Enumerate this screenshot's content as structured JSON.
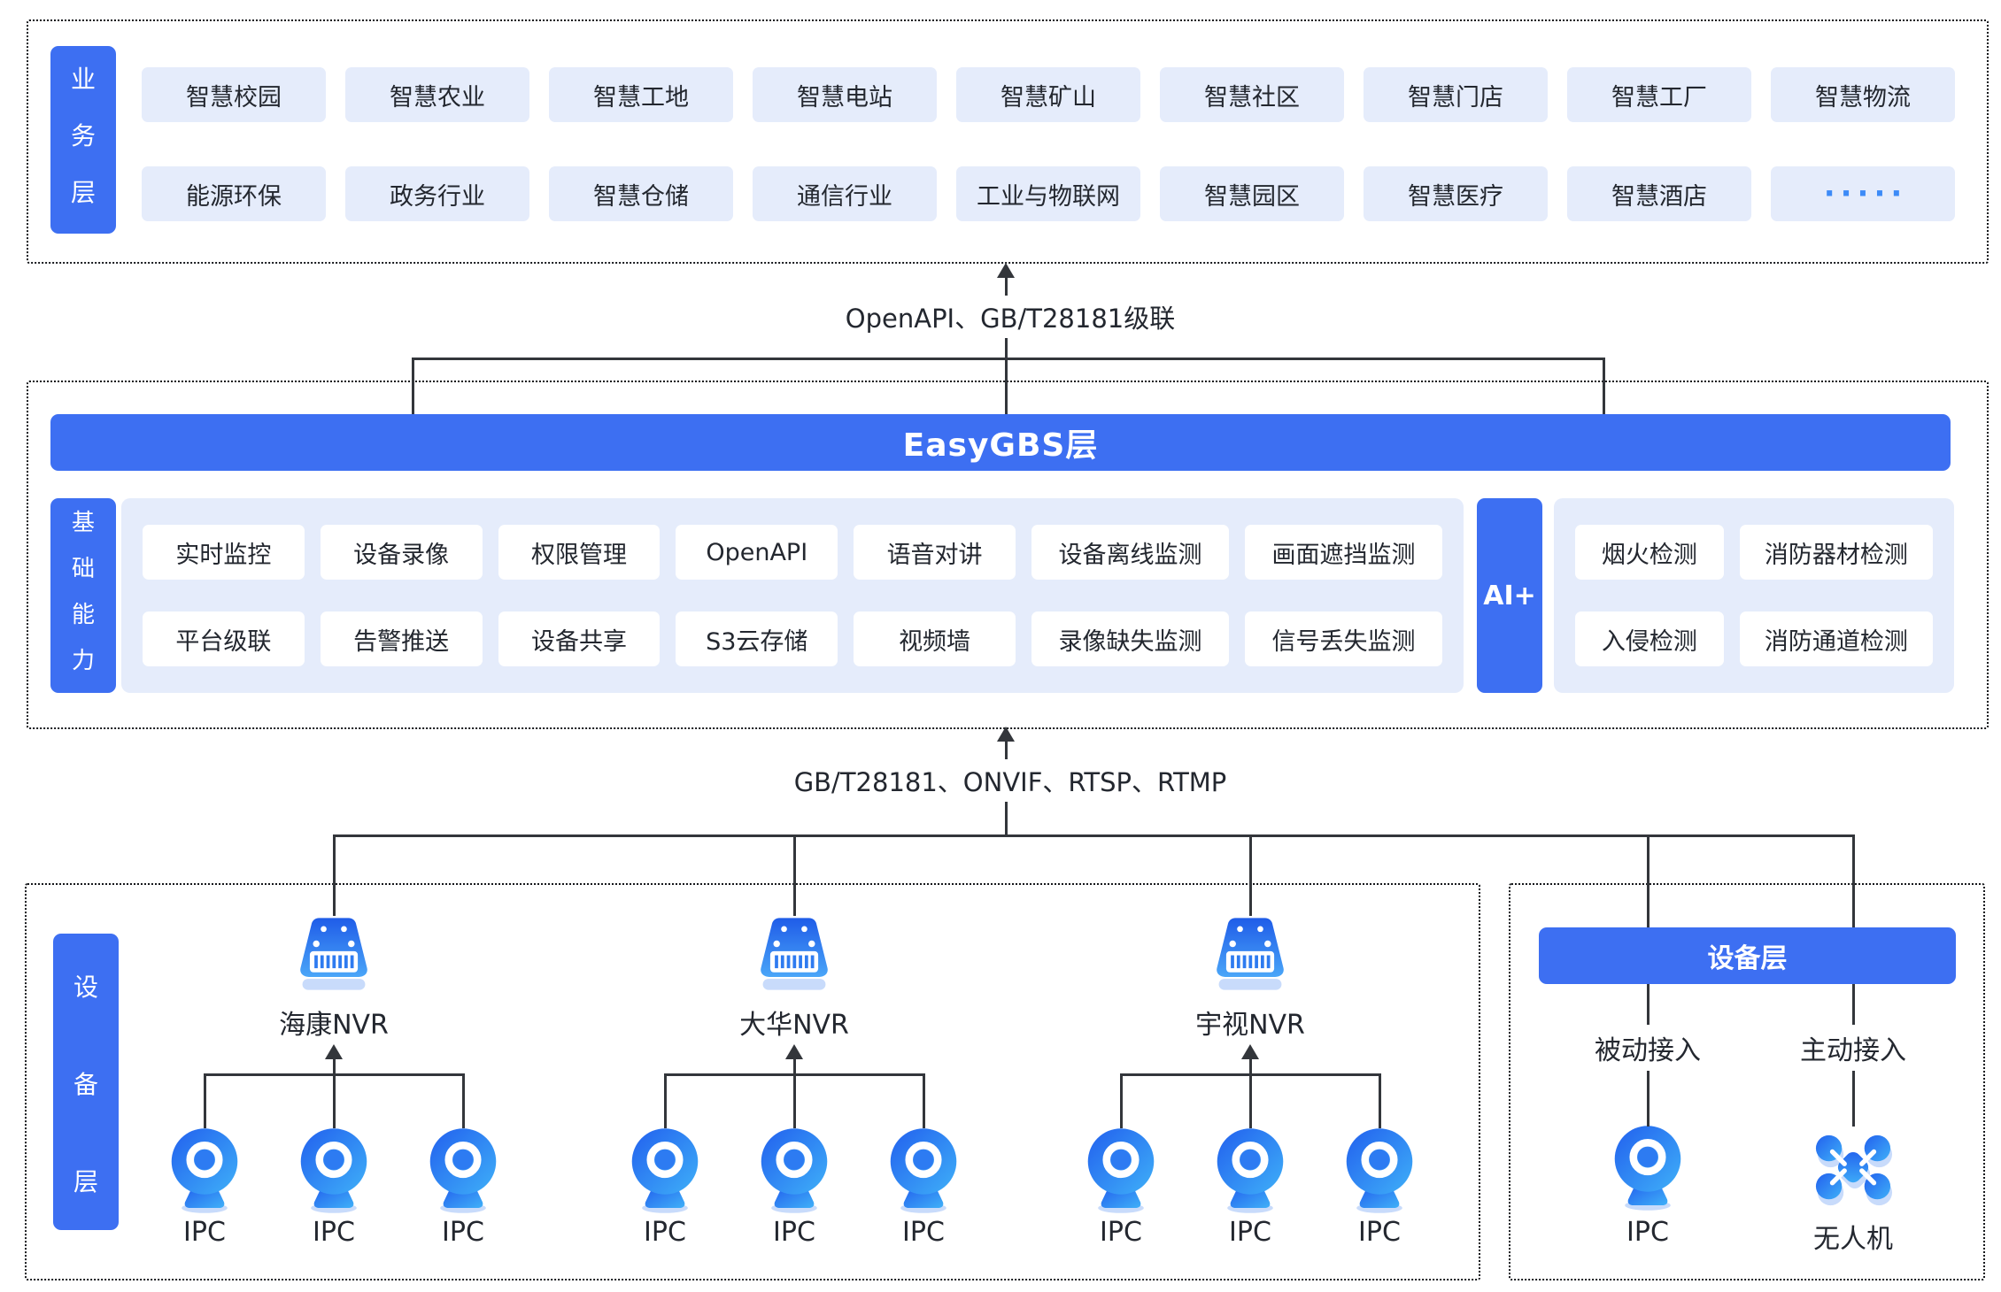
{
  "business_layer": {
    "label": "业务层",
    "chips_row1": [
      "智慧校园",
      "智慧农业",
      "智慧工地",
      "智慧电站",
      "智慧矿山",
      "智慧社区",
      "智慧门店",
      "智慧工厂",
      "智慧物流"
    ],
    "chips_row2": [
      "能源环保",
      "政务行业",
      "智慧仓储",
      "通信行业",
      "工业与物联网",
      "智慧园区",
      "智慧医疗",
      "智慧酒店"
    ],
    "more_chip": "·····"
  },
  "connector_top": {
    "label": "OpenAPI、GB/T28181级联"
  },
  "easygbs_layer": {
    "title": "EasyGBS层",
    "capability_label": "基础能力",
    "cap_row1": [
      "实时监控",
      "设备录像",
      "权限管理",
      "OpenAPI",
      "语音对讲",
      "设备离线监测",
      "画面遮挡监测"
    ],
    "cap_row2": [
      "平台级联",
      "告警推送",
      "设备共享",
      "S3云存储",
      "视频墙",
      "录像缺失监测",
      "信号丢失监测"
    ],
    "ai_label": "AI+",
    "ai_row1": [
      "烟火检测",
      "消防器材检测"
    ],
    "ai_row2": [
      "入侵检测",
      "消防通道检测"
    ]
  },
  "connector_bottom": {
    "label": "GB/T28181、ONVIF、RTSP、RTMP"
  },
  "device_layer_left": {
    "label": "设备层",
    "nvr_groups": [
      {
        "name": "海康NVR"
      },
      {
        "name": "大华NVR"
      },
      {
        "name": "宇视NVR"
      }
    ],
    "ipc_label": "IPC"
  },
  "device_layer_right": {
    "header": "设备层",
    "passive_label": "被动接入",
    "active_label": "主动接入",
    "ipc_label": "IPC",
    "drone_label": "无人机"
  },
  "colors": {
    "accent": "#3D6FF2",
    "chip_bg": "#E5ECFB",
    "line": "#33363b"
  }
}
